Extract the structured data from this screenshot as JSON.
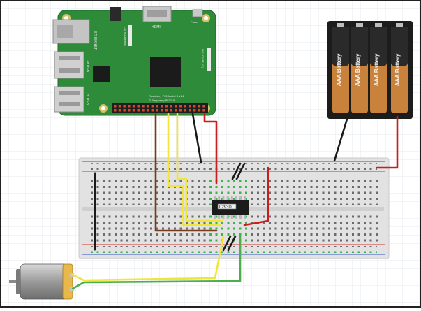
{
  "raspberry_pi": {
    "ports": {
      "ethernet": "ETHERNET",
      "usb_1": "2x USB",
      "usb_2": "2x USB",
      "hdmi": "HDMI",
      "display": "DSI (DISPLAY)",
      "camera": "CSI (CAMERA)",
      "power": "Power"
    },
    "board_text": "Raspberry Pi 3 Model B v1.2",
    "board_text_2": "© Raspberry Pi 2015"
  },
  "battery_pack": {
    "cell_labels": [
      "AAA Battery",
      "AAA Battery",
      "AAA Battery",
      "AAA Battery"
    ]
  },
  "driver_chip": {
    "label": "L293D"
  },
  "wire_colors": {
    "brown": "#7a3a1c",
    "yellow": "#f2e53a",
    "green": "#4cae4c",
    "red": "#c81e1e",
    "black": "#1a1a1a"
  },
  "colors": {
    "board_green": "#2e8b3a",
    "battery_orange": "#c8823c",
    "breadboard": "#e4e4e4",
    "rail_red": "#d33030",
    "rail_blue": "#3050c8",
    "hole_green": "#39b54a"
  }
}
